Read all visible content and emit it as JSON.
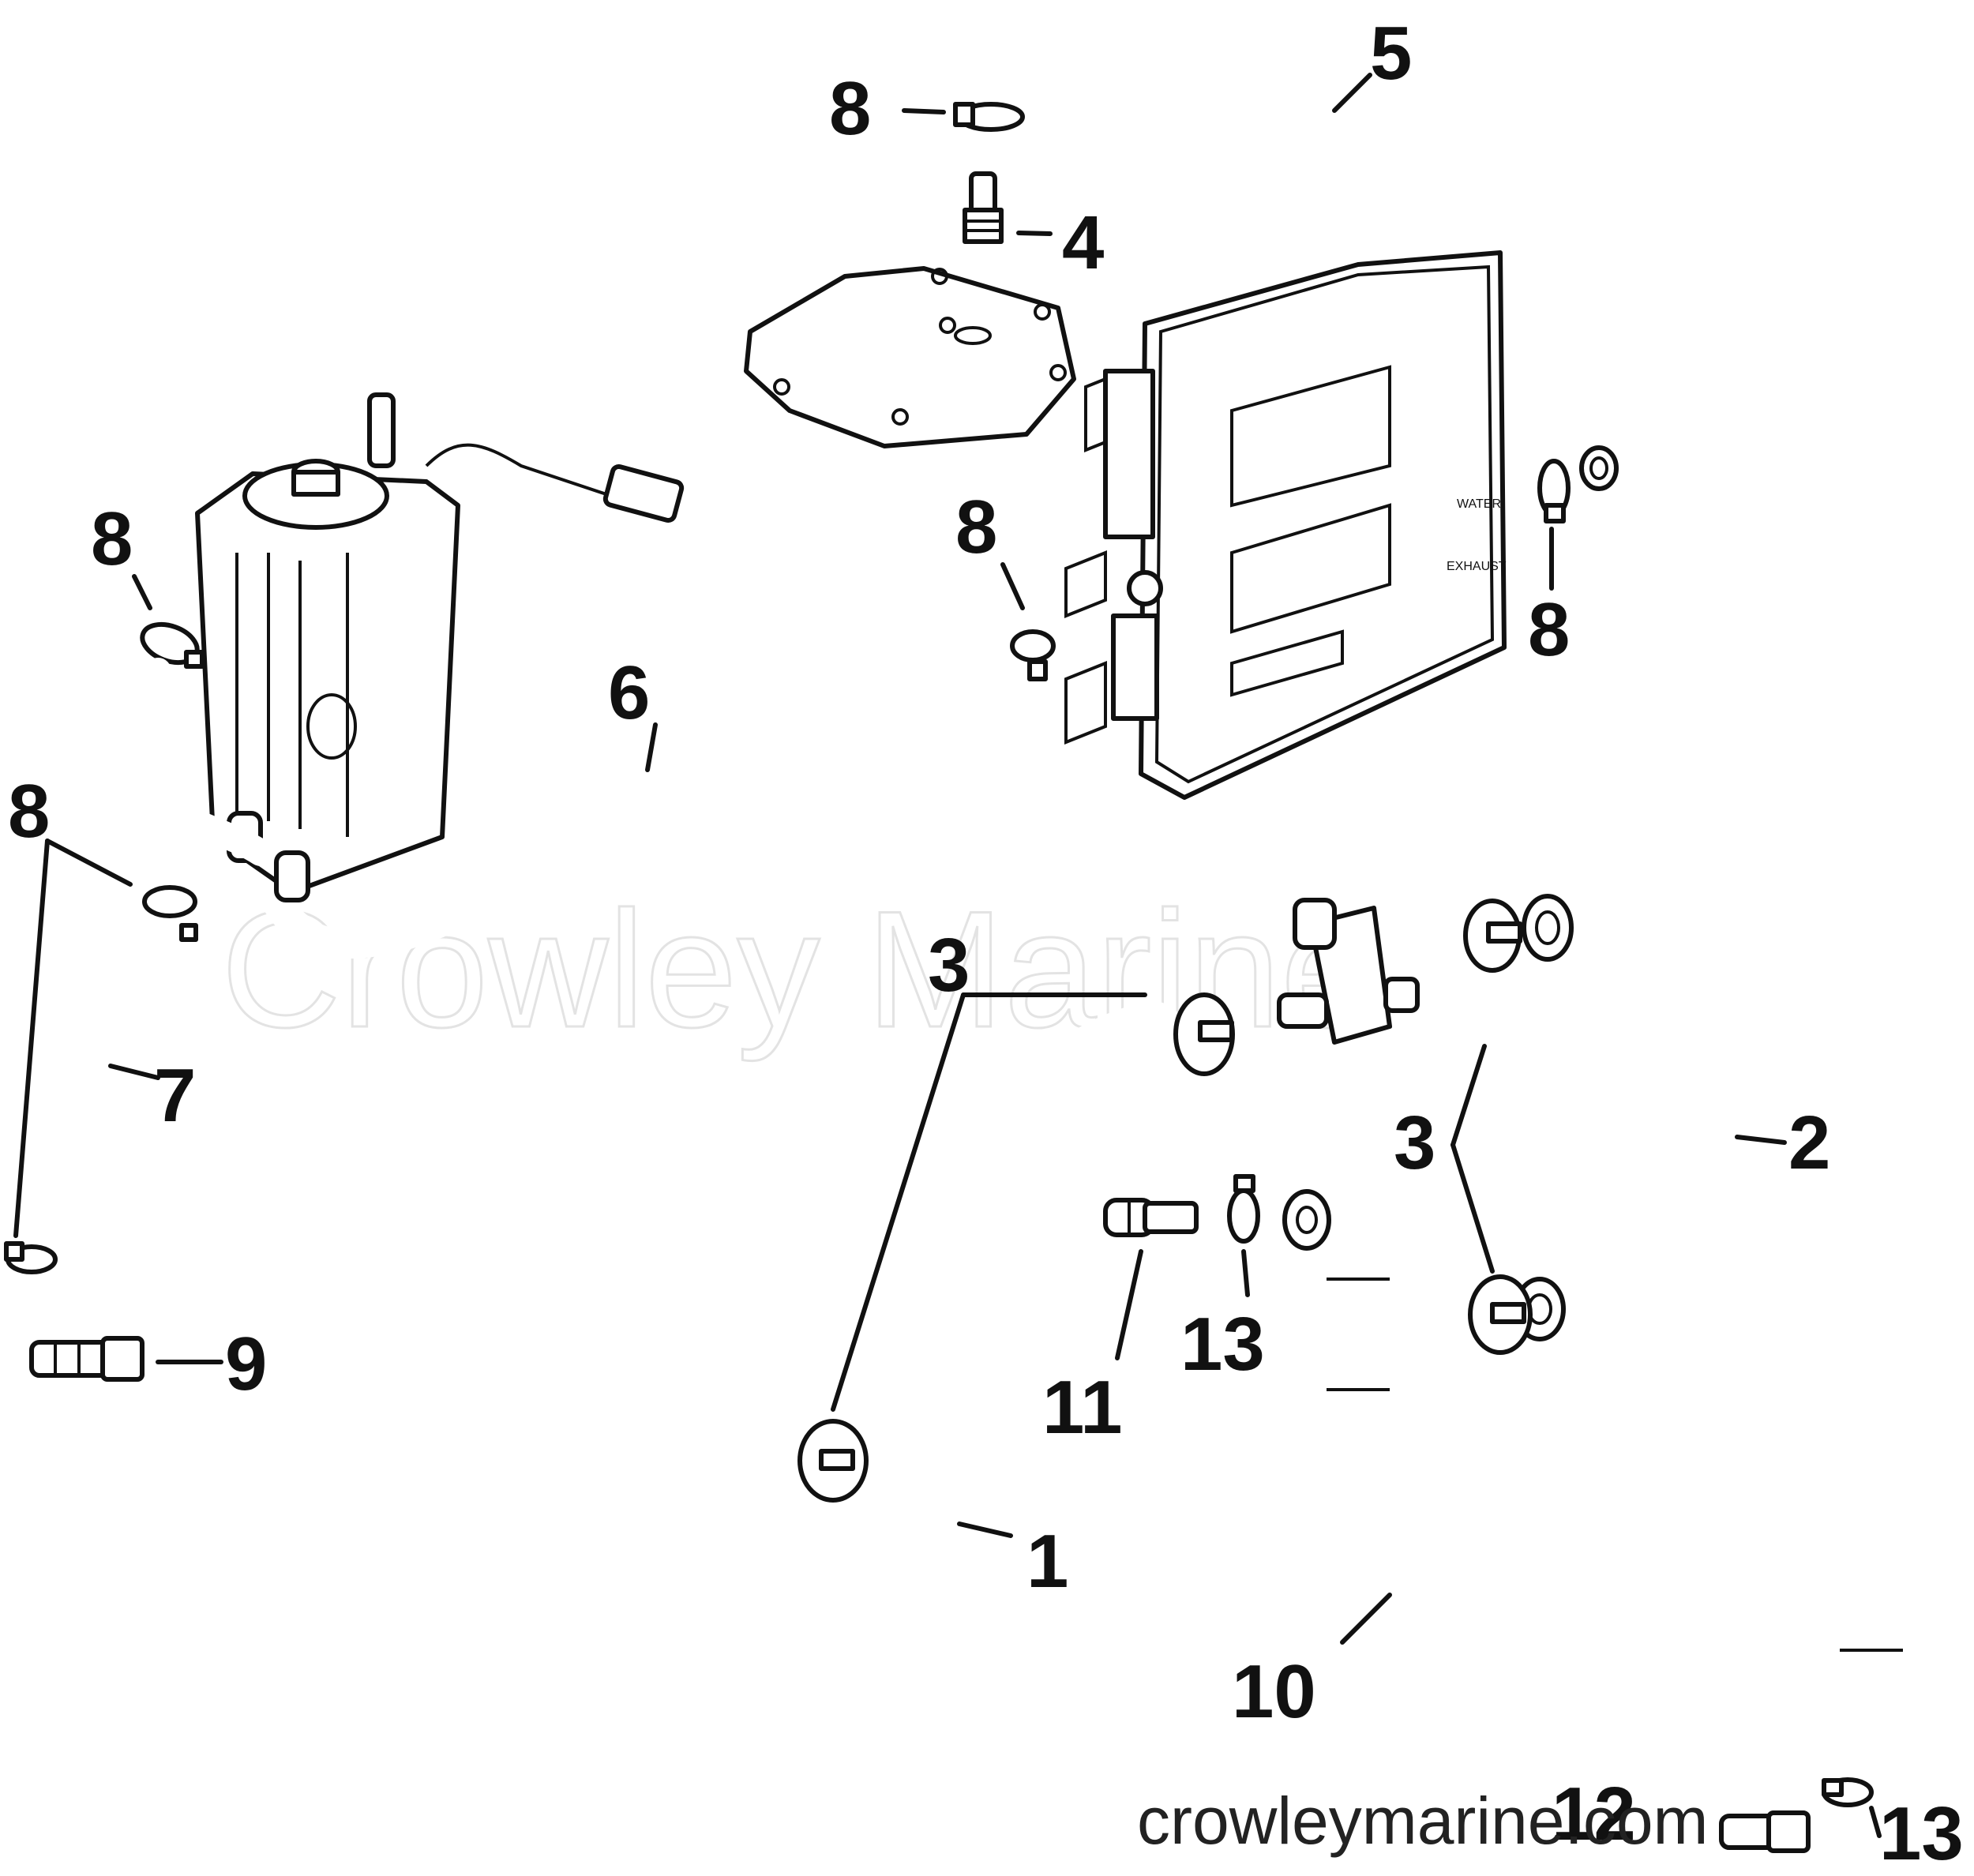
{
  "callouts": [
    "1",
    "2",
    "3",
    "3",
    "4",
    "5",
    "6",
    "7",
    "8",
    "8",
    "8",
    "8",
    "8",
    "9",
    "10",
    "11",
    "12",
    "13",
    "13"
  ],
  "watermark": "Crowley Marine",
  "site": "crowleymarine.com",
  "module_labels": {
    "water": "WATER",
    "exhaust": "EXHAUST"
  }
}
